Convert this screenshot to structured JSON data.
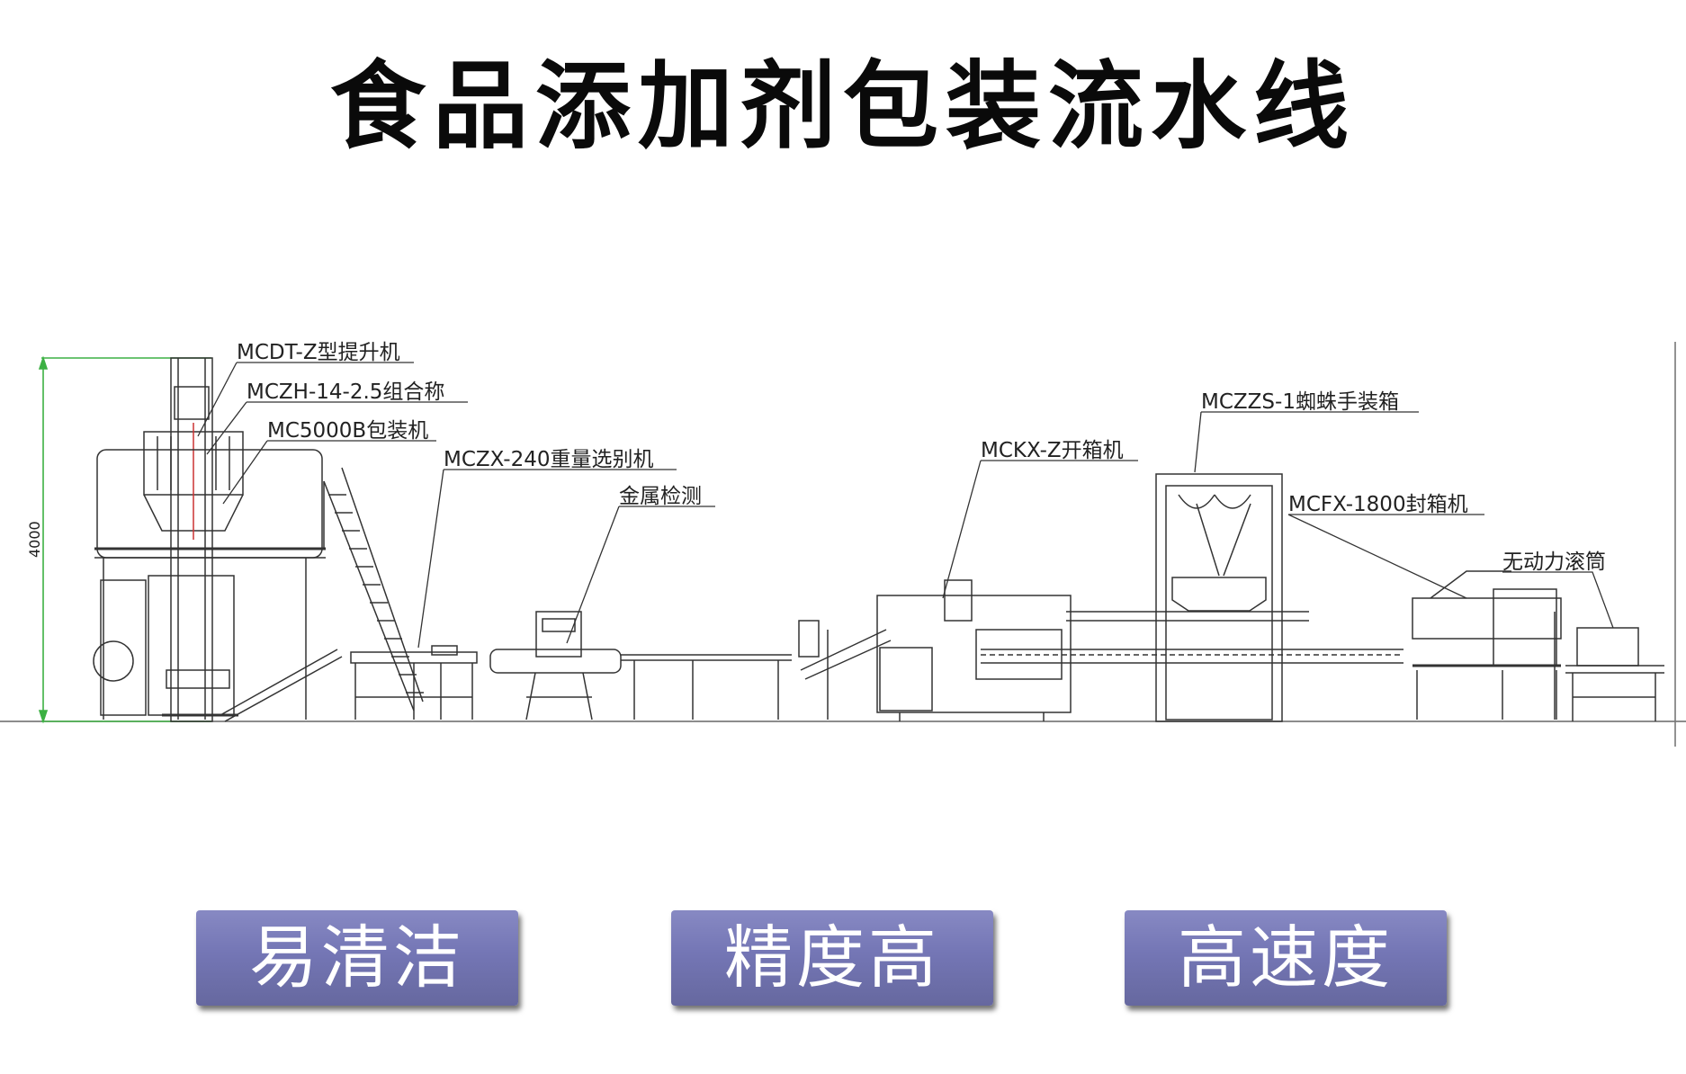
{
  "title": "食品添加剂包装流水线",
  "dimension": "4000",
  "labels": {
    "elevator": "MCDT-Z型提升机",
    "weigher": "MCZH-14-2.5组合称",
    "packer": "MC5000B包装机",
    "checkweigher": "MCZX-240重量选别机",
    "metal_detector": "金属检测",
    "case_erector": "MCKX-Z开箱机",
    "spider_packer": "MCZZS-1蜘蛛手装箱",
    "case_sealer": "MCFX-1800封箱机",
    "roller": "无动力滚筒"
  },
  "features": [
    "易清洁",
    "精度高",
    "高速度"
  ],
  "colors": {
    "feature_bg": "#7476b5",
    "dim_line": "#3cb043"
  }
}
